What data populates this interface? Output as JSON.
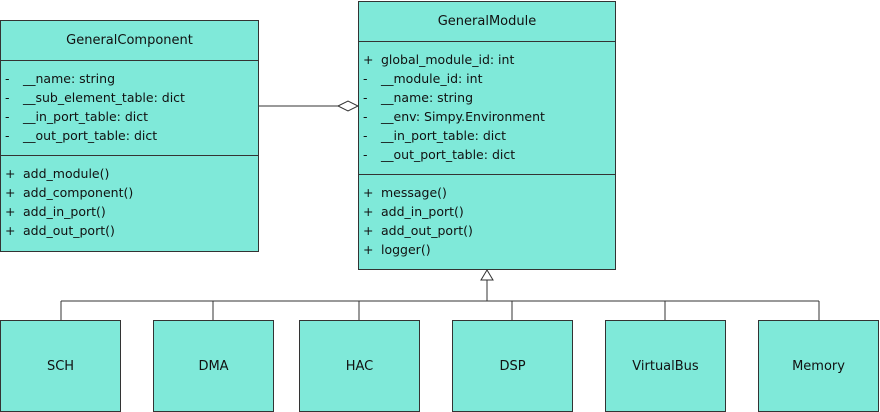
{
  "colors": {
    "fill": "#7fe9d9",
    "stroke": "#333333"
  },
  "general_component": {
    "name": "GeneralComponent",
    "attributes": [
      {
        "vis": "-",
        "text": "__name: string"
      },
      {
        "vis": "-",
        "text": "__sub_element_table: dict"
      },
      {
        "vis": "-",
        "text": "__in_port_table: dict"
      },
      {
        "vis": "-",
        "text": "__out_port_table: dict"
      }
    ],
    "methods": [
      {
        "vis": "+",
        "text": "add_module()"
      },
      {
        "vis": "+",
        "text": "add_component()"
      },
      {
        "vis": "+",
        "text": "add_in_port()"
      },
      {
        "vis": "+",
        "text": "add_out_port()"
      }
    ]
  },
  "general_module": {
    "name": "GeneralModule",
    "attributes": [
      {
        "vis": "+",
        "text": "global_module_id: int"
      },
      {
        "vis": "-",
        "text": "__module_id: int"
      },
      {
        "vis": "-",
        "text": "__name: string"
      },
      {
        "vis": "-",
        "text": "__env: Simpy.Environment"
      },
      {
        "vis": "-",
        "text": "__in_port_table: dict"
      },
      {
        "vis": "-",
        "text": "__out_port_table: dict"
      }
    ],
    "methods": [
      {
        "vis": "+",
        "text": "message()"
      },
      {
        "vis": "+",
        "text": "add_in_port()"
      },
      {
        "vis": "+",
        "text": "add_out_port()"
      },
      {
        "vis": "+",
        "text": "logger()"
      }
    ]
  },
  "subclasses": [
    {
      "name": "SCH"
    },
    {
      "name": "DMA"
    },
    {
      "name": "HAC"
    },
    {
      "name": "DSP"
    },
    {
      "name": "VirtualBus"
    },
    {
      "name": "Memory"
    }
  ]
}
